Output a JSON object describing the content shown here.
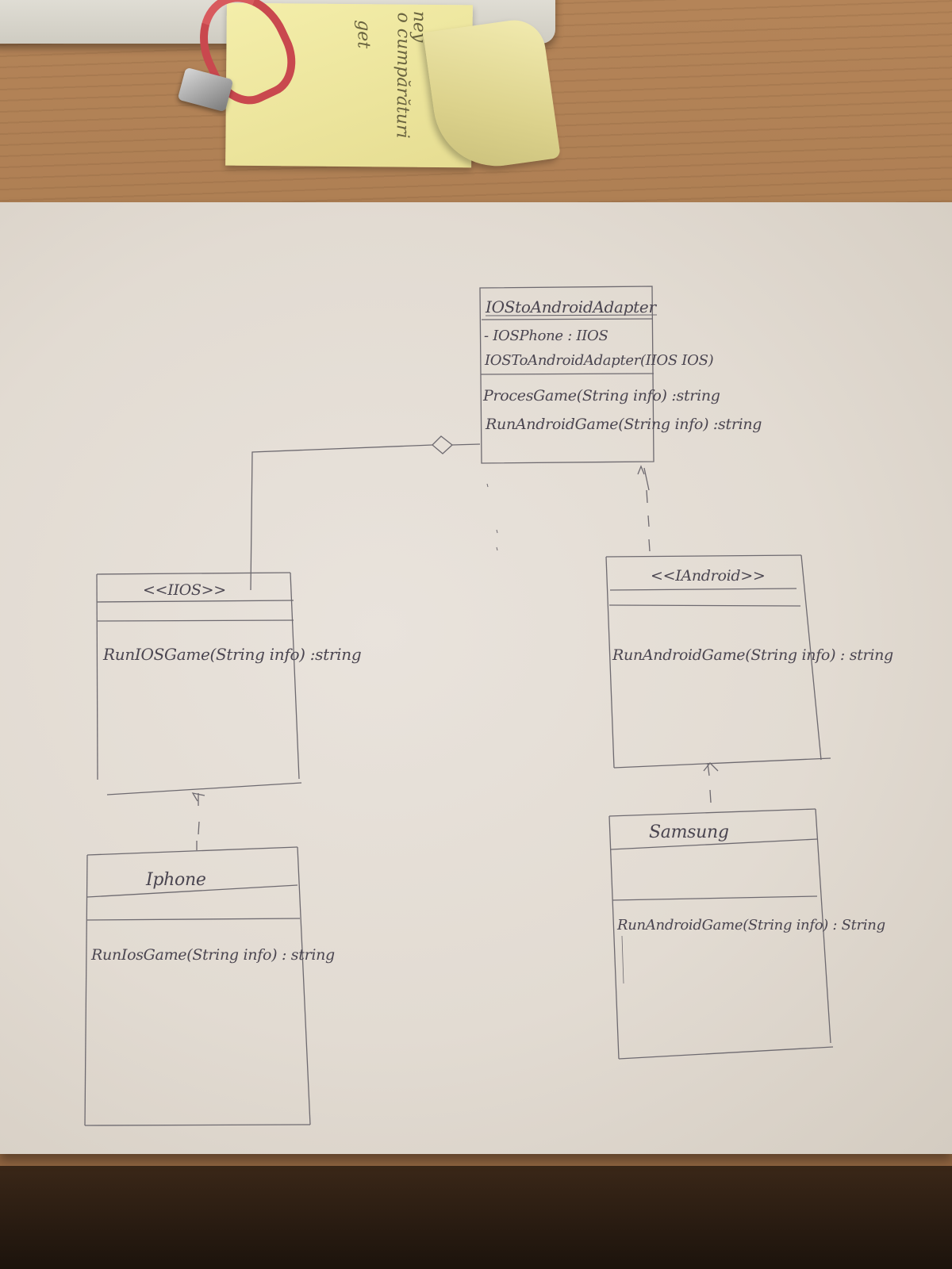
{
  "diagram": {
    "adapter": {
      "name": "IOStoAndroidAdapter",
      "attributes": [
        "- IOSPhone : IIOS",
        "IOSToAndroidAdapter(IIOS IOS)"
      ],
      "methods": [
        "ProcesGame(String info) :string",
        "RunAndroidGame(String info) :string"
      ]
    },
    "ios_interface": {
      "name": "<<IIOS>>",
      "methods": [
        "RunIOSGame(String info) :string"
      ]
    },
    "android_interface": {
      "name": "<<IAndroid>>",
      "methods": [
        "RunAndroidGame(String info) : string"
      ]
    },
    "iphone": {
      "name": "Iphone",
      "methods": [
        "RunIosGame(String info) : string"
      ]
    },
    "samsung": {
      "name": "Samsung",
      "methods": [
        "RunAndroidGame(String info) : String"
      ]
    }
  },
  "background": {
    "sticky_note_lines": [
      "ney",
      "o cumpărături",
      "get"
    ]
  }
}
